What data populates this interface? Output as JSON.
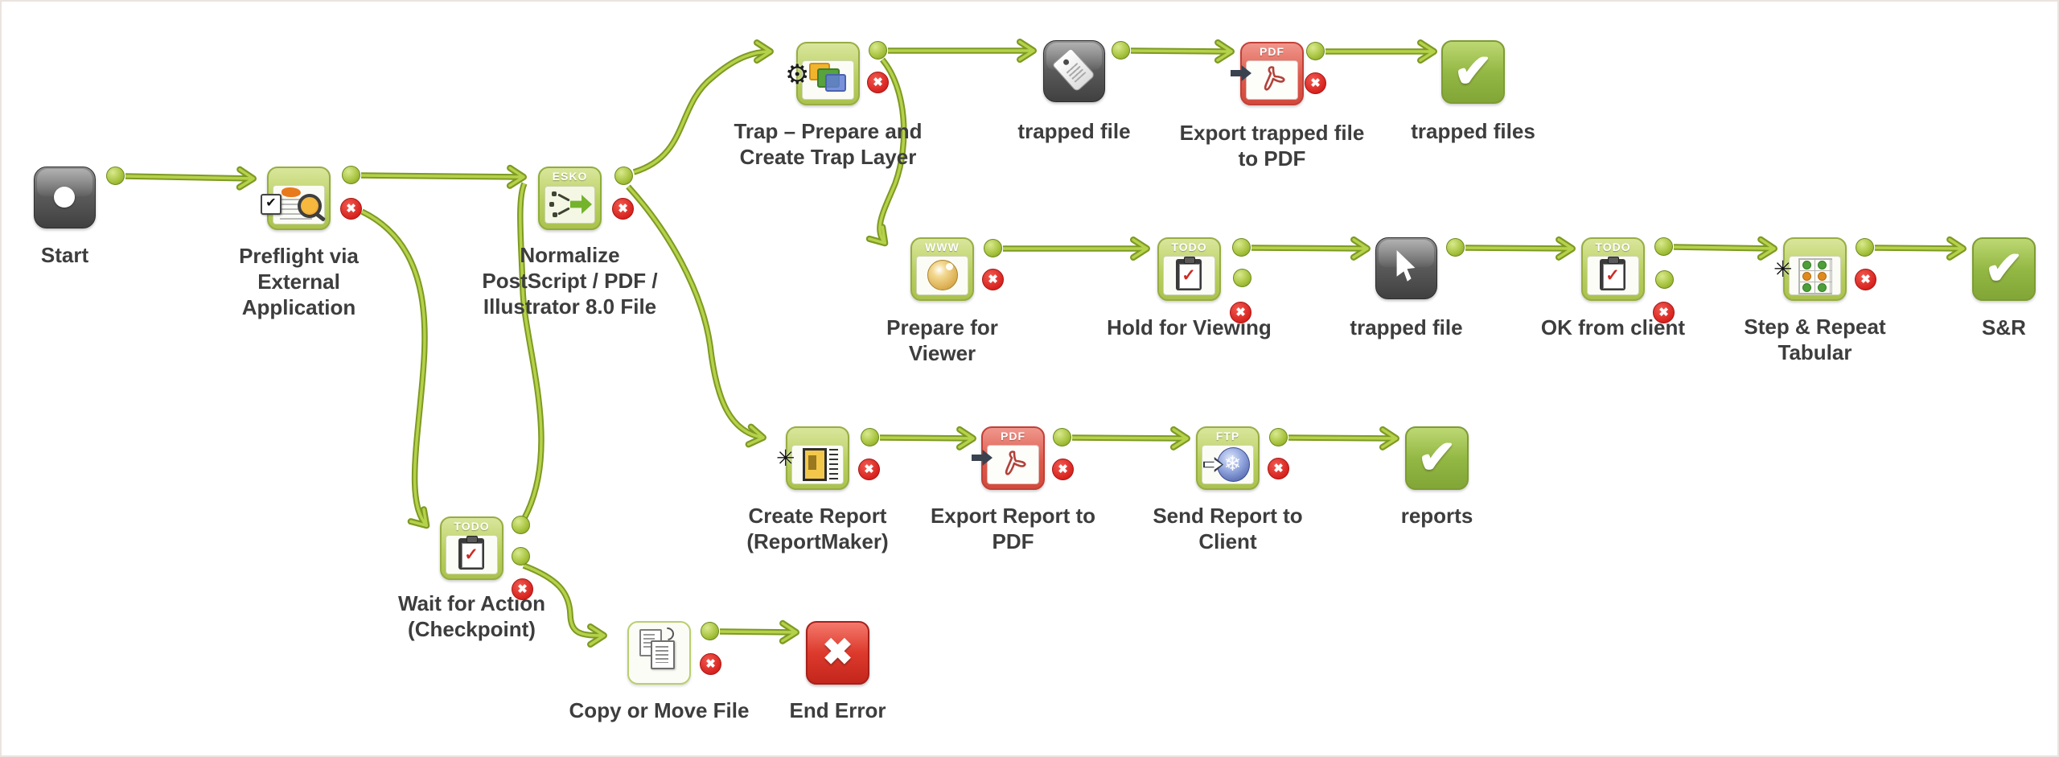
{
  "diagram": {
    "title": "workflow-canvas",
    "colors": {
      "connector_green": "#9db92f",
      "node_green": "#aac24d",
      "node_gray": "#4a4a4a",
      "check_green": "#8fb23f",
      "error_red": "#d8231f",
      "pdf_red": "#d34a3c",
      "label_text": "#3d3d3d",
      "canvas_bg": "#ffffff"
    },
    "nodes": {
      "start": {
        "label": "Start",
        "icon": "start-icon"
      },
      "preflight": {
        "label": "Preflight via External Application",
        "icon": "preflight-document-icon"
      },
      "normalize": {
        "label": "Normalize PostScript / PDF / Illustrator 8.0 File",
        "icon": "esko-normalize-icon",
        "badge": "ESKO"
      },
      "trap": {
        "label": "Trap – Prepare and Create Trap Layer",
        "icon": "trap-layers-gear-icon"
      },
      "trapped_file_tag": {
        "label": "trapped file",
        "icon": "file-tag-icon"
      },
      "export_trapped": {
        "label": "Export trapped file to PDF",
        "icon": "export-pdf-icon",
        "badge": "PDF"
      },
      "trapped_files": {
        "label": "trapped files",
        "icon": "check-icon"
      },
      "prepare_viewer": {
        "label": "Prepare for Viewer",
        "icon": "www-sphere-icon",
        "badge": "WWW"
      },
      "hold_viewing": {
        "label": "Hold for Viewing",
        "icon": "todo-clipboard-icon",
        "badge": "TODO"
      },
      "trapped_file_cursor": {
        "label": "trapped file",
        "icon": "cursor-icon"
      },
      "ok_client": {
        "label": "OK from client",
        "icon": "todo-clipboard-icon",
        "badge": "TODO"
      },
      "step_repeat": {
        "label": "Step & Repeat Tabular",
        "icon": "step-repeat-grid-icon"
      },
      "sr": {
        "label": "S&R",
        "icon": "check-icon"
      },
      "create_report": {
        "label": "Create Report (ReportMaker)",
        "icon": "report-maker-icon"
      },
      "export_report": {
        "label": "Export Report to PDF",
        "icon": "export-pdf-icon",
        "badge": "PDF"
      },
      "send_report": {
        "label": "Send Report to Client",
        "icon": "ftp-globe-icon",
        "badge": "FTP"
      },
      "reports": {
        "label": "reports",
        "icon": "check-icon"
      },
      "wait_action": {
        "label": "Wait for Action (Checkpoint)",
        "icon": "todo-clipboard-icon",
        "badge": "TODO"
      },
      "copy_move": {
        "label": "Copy or Move File",
        "icon": "copy-documents-icon"
      },
      "end_error": {
        "label": "End Error",
        "icon": "end-error-icon"
      }
    }
  }
}
